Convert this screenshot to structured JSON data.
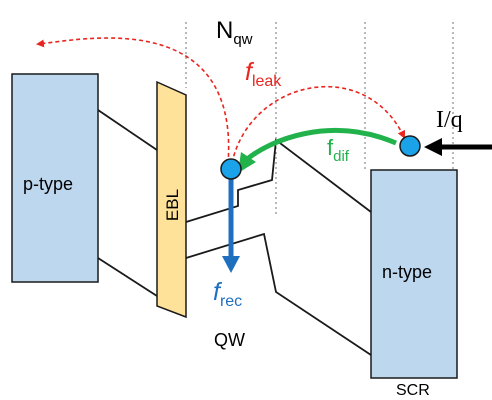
{
  "labels": {
    "n_qw": {
      "main": "N",
      "sub": "qw"
    },
    "f_leak": {
      "main": "f",
      "sub": "leak"
    },
    "f_dif": {
      "main": "f",
      "sub": "dif"
    },
    "f_rec": {
      "main": "f",
      "sub": "rec"
    },
    "current": "I/q",
    "p_type": "p-type",
    "n_type": "n-type",
    "ebl": "EBL",
    "qw": "QW",
    "scr": "SCR"
  },
  "colors": {
    "region_fill": "#bdd7ee",
    "ebl_fill": "#ffe29a",
    "band_line": "#1a1a1a",
    "leak_red": "#e8251f",
    "dif_green": "#22b24c",
    "rec_blue": "#1f6fbf",
    "carrier_fill": "#1aa3e8",
    "guide_gray": "#8a8a8a"
  }
}
